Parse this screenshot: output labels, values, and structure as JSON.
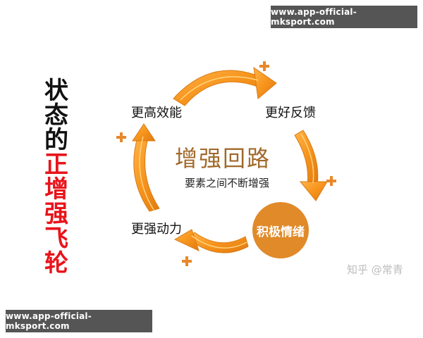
{
  "watermarks": {
    "top": "www.app-official-mksport.com",
    "bottom": "www.app-official-mksport.com"
  },
  "vertical_title": {
    "black_chars": [
      "状",
      "态",
      "的"
    ],
    "red_chars": [
      "正",
      "增",
      "强",
      "飞",
      "轮"
    ]
  },
  "diagram": {
    "center_title": "增强回路",
    "center_subtitle": "要素之间不断增强",
    "nodes": {
      "efficiency": "更高效能",
      "feedback": "更好反馈",
      "emotion": "积极情绪",
      "power": "更强动力"
    },
    "plus_sign": "+",
    "colors": {
      "arrow": "#f7941d",
      "arrow_highlight": "#ffc15e",
      "plus": "#e8882a",
      "circle": "#e08a2a",
      "center_title": "#a0692a",
      "title_red": "#e8141b"
    }
  },
  "credit": "知乎 @常青"
}
